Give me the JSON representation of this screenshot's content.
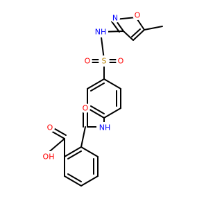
{
  "atoms": {
    "ring_n": {
      "text": "N",
      "color": "#0000ff"
    },
    "ring_o": {
      "text": "O",
      "color": "#ff0000"
    },
    "sulfonamide_nh": {
      "text": "NH",
      "color": "#0000ff"
    },
    "sulfur": {
      "text": "S",
      "color": "#b8860b"
    },
    "sulfonyl_o_left": {
      "text": "O",
      "color": "#ff0000"
    },
    "sulfonyl_o_right": {
      "text": "O",
      "color": "#ff0000"
    },
    "amide_o": {
      "text": "O",
      "color": "#ff0000"
    },
    "amide_nh": {
      "text": "NH",
      "color": "#0000ff"
    },
    "acid_oh": {
      "text": "OH",
      "color": "#ff0000"
    },
    "acid_o": {
      "text": "O",
      "color": "#ff0000"
    }
  },
  "colors": {
    "bond": "#000000",
    "background": "#ffffff"
  }
}
